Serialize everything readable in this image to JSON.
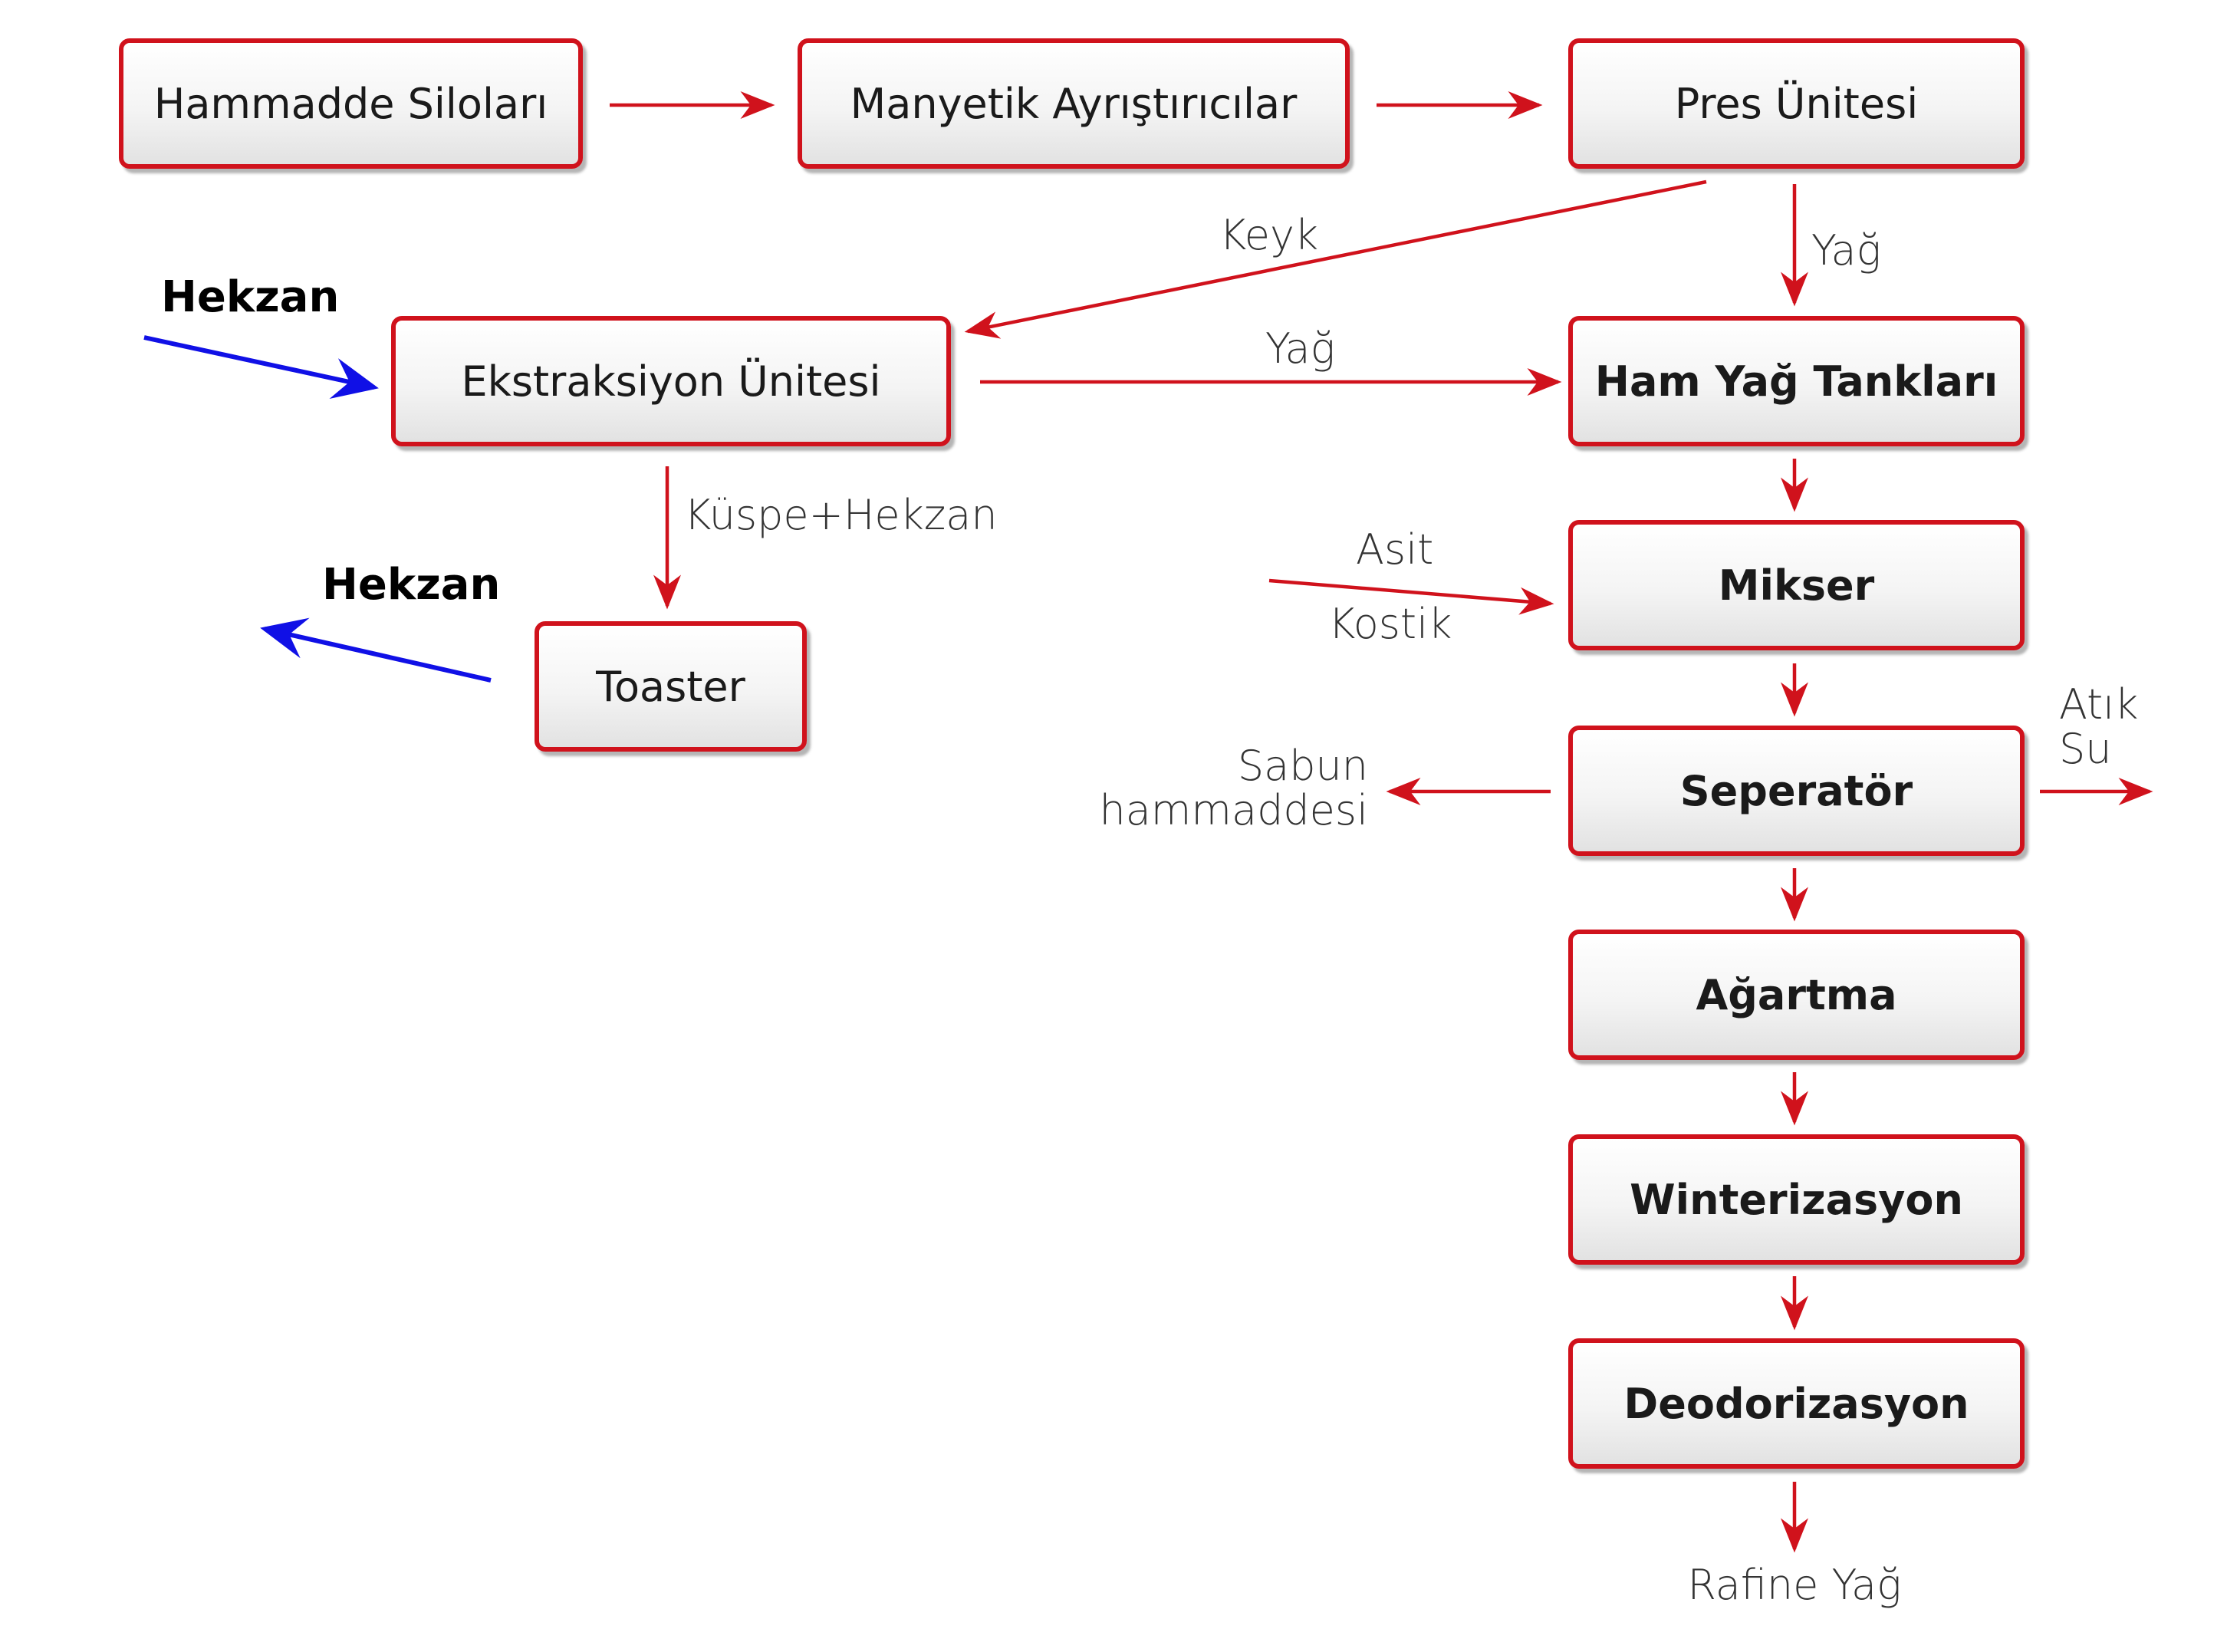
{
  "colors": {
    "accent": "#d0121c",
    "hexane_arrow": "#1010e6",
    "box_border": "#d0121c"
  },
  "nodes": {
    "hammadde": "Hammadde Siloları",
    "manyetik": "Manyetik Ayrıştırıcılar",
    "pres": "Pres Ünitesi",
    "ekstraksiyon": "Ekstraksiyon Ünitesi",
    "hamyag": "Ham Yağ Tankları",
    "toaster": "Toaster",
    "mikser": "Mikser",
    "seperator": "Seperatör",
    "agartma": "Ağartma",
    "winterizasyon": "Winterizasyon",
    "deodorizasyon": "Deodorizasyon"
  },
  "labels": {
    "keyk": "Keyk",
    "yag_pres": "Yağ",
    "yag_ekstraksiyon": "Yağ",
    "kuspe": "Küspe+Hekzan",
    "asit": "Asit",
    "kostik": "Kostik",
    "sabun_line1": "Sabun",
    "sabun_line2": "hammaddesi",
    "atik_line1": "Atık",
    "atik_line2": "Su",
    "rafine": "Rafine Yağ",
    "hekzan_in": "Hekzan",
    "hekzan_out": "Hekzan"
  }
}
